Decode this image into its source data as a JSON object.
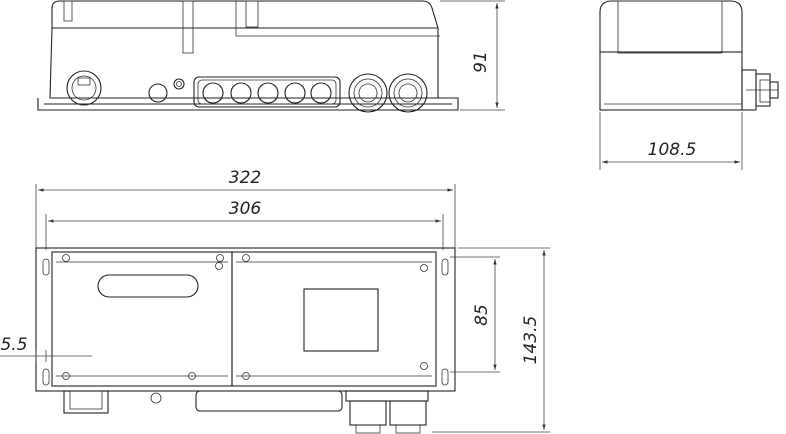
{
  "dimensions": {
    "height_side": "91",
    "depth_side": "108.5",
    "overall_width": "322",
    "mount_width": "306",
    "mount_height": "85",
    "overall_height": "143.5",
    "edge_offset": "5.5"
  },
  "colors": {
    "line": "#222222",
    "background": "#ffffff"
  }
}
